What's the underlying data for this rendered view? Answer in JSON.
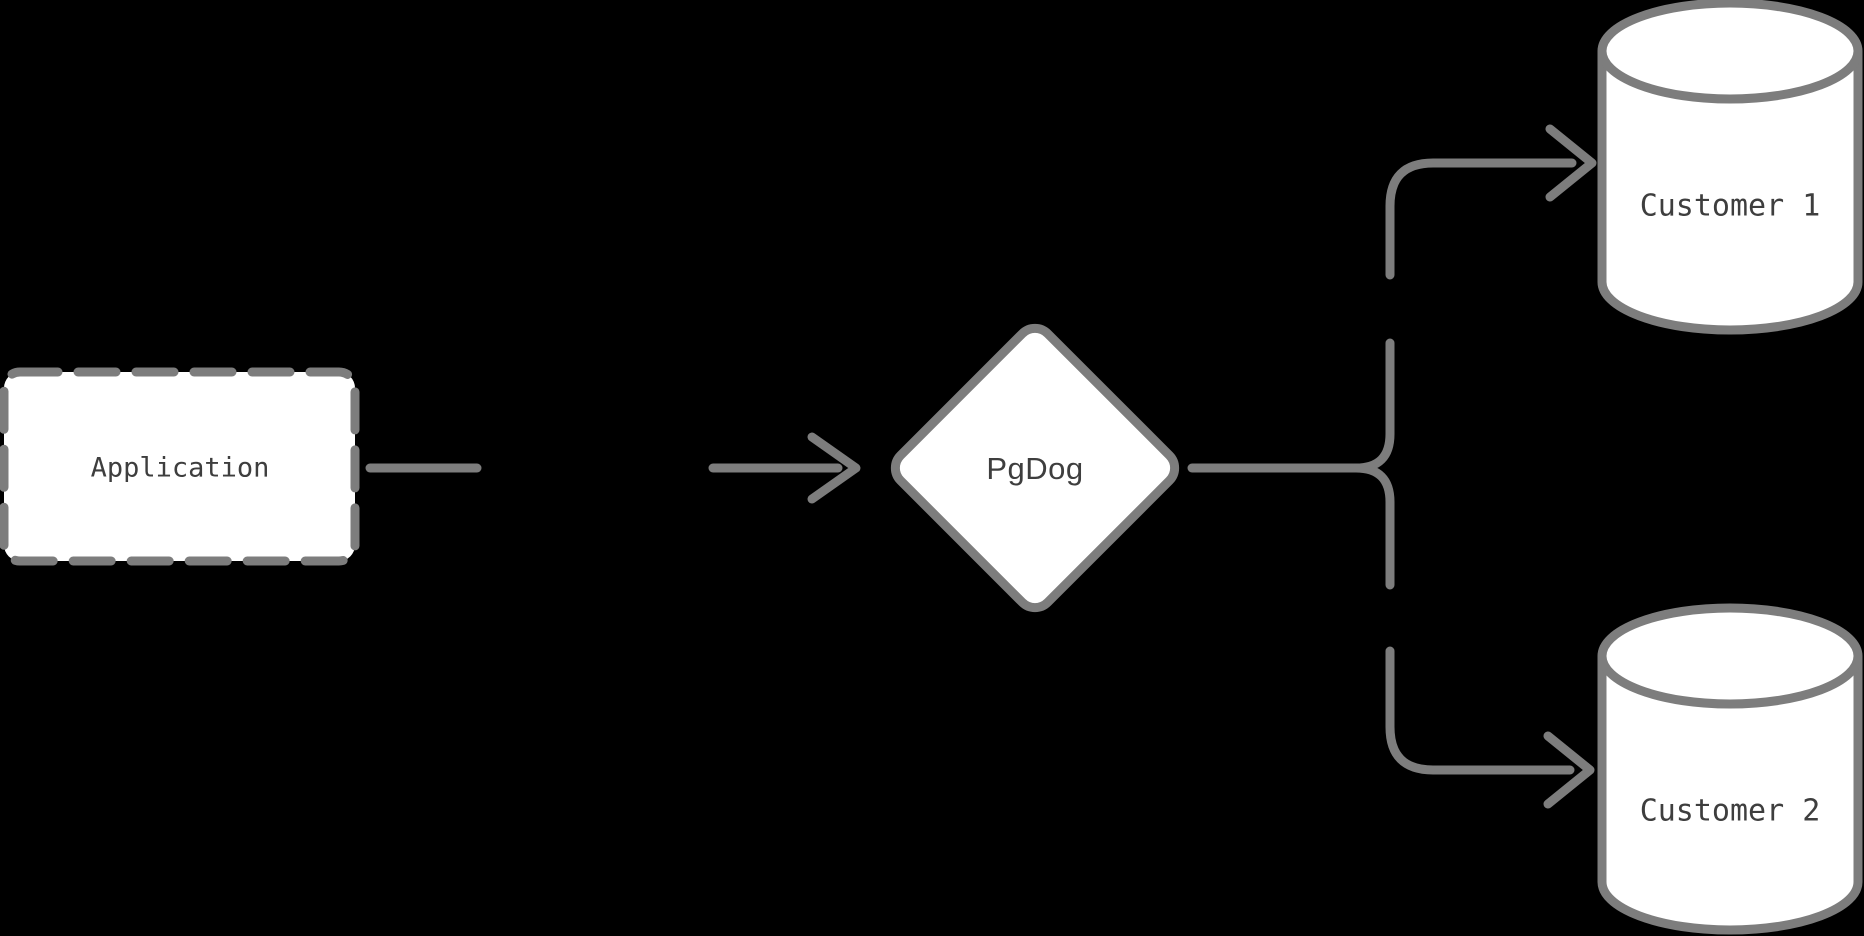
{
  "canvas": {
    "background": "#000000"
  },
  "colors": {
    "stroke": "#7d7d7d",
    "node_fill": "#ffffff",
    "label": "#3e3e3e"
  },
  "diagram": {
    "type": "flowchart",
    "nodes": {
      "application": {
        "label": "Application",
        "shape": "dashed-rounded-rectangle"
      },
      "pgdog": {
        "label": "PgDog",
        "shape": "rounded-diamond"
      },
      "customer1": {
        "label": "Customer 1",
        "shape": "database-cylinder"
      },
      "customer2": {
        "label": "Customer 2",
        "shape": "database-cylinder"
      }
    },
    "edges": [
      {
        "from": "application",
        "to": "pgdog",
        "style": "open-arrow, gapped line"
      },
      {
        "from": "pgdog",
        "to": "customer1",
        "style": "open-arrow, forked gapped line"
      },
      {
        "from": "pgdog",
        "to": "customer2",
        "style": "open-arrow, forked gapped line"
      }
    ]
  }
}
